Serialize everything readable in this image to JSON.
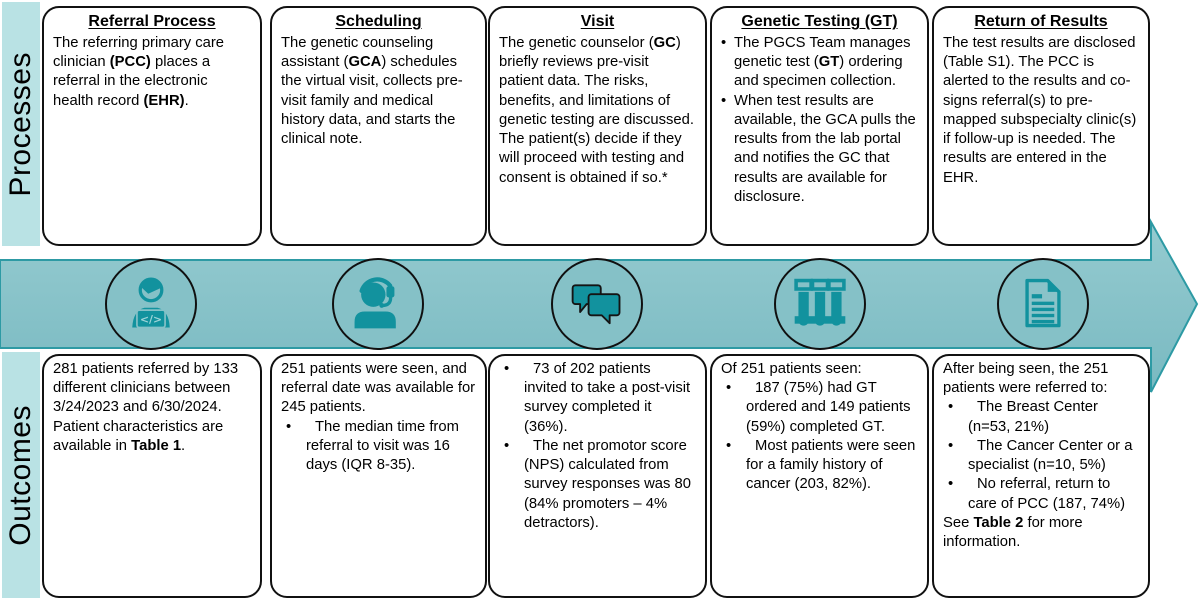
{
  "sidebar": {
    "processes_label": "Processes",
    "outcomes_label": "Outcomes"
  },
  "colors": {
    "accent_teal": "#12929e",
    "arrow_band": "#85c1c7",
    "arrow_border": "#2d9aa4",
    "pale_label_bar": "#b9e2e4",
    "box_border": "#111111"
  },
  "icons": [
    {
      "name": "clinician-laptop-icon",
      "meaning": "referral entry on computer"
    },
    {
      "name": "scheduler-headset-icon",
      "meaning": "scheduling call"
    },
    {
      "name": "chat-bubbles-icon",
      "meaning": "counseling visit conversation"
    },
    {
      "name": "test-tubes-icon",
      "meaning": "genetic testing specimens"
    },
    {
      "name": "results-document-icon",
      "meaning": "results report"
    }
  ],
  "process_boxes": [
    {
      "title": "Referral Process",
      "content": [
        {
          "type": "p",
          "s": [
            {
              "t": "The referring primary care clinician "
            },
            {
              "t": "(PCC)",
              "b": true
            },
            {
              "t": " places a referral in the electronic health record "
            },
            {
              "t": "(EHR)",
              "b": true
            },
            {
              "t": "."
            }
          ]
        }
      ]
    },
    {
      "title": "Scheduling",
      "content": [
        {
          "type": "p",
          "s": [
            {
              "t": "The genetic counseling assistant ("
            },
            {
              "t": "GCA",
              "b": true
            },
            {
              "t": ") schedules the virtual visit, collects pre-visit family and medical history data, and starts the clinical note."
            }
          ]
        }
      ]
    },
    {
      "title": "Visit",
      "content": [
        {
          "type": "p",
          "s": [
            {
              "t": "The genetic counselor ("
            },
            {
              "t": "GC",
              "b": true
            },
            {
              "t": ") briefly reviews pre-visit patient data. The risks, benefits, and limitations of genetic testing are discussed. The patient(s) decide if they will proceed with testing and consent is obtained if so.*"
            }
          ]
        }
      ]
    },
    {
      "title": "Genetic Testing (GT)",
      "content": [
        {
          "type": "li",
          "s": [
            {
              "t": "The PGCS Team manages genetic test ("
            },
            {
              "t": "GT",
              "b": true
            },
            {
              "t": ") ordering and specimen collection."
            }
          ]
        },
        {
          "type": "li",
          "s": [
            {
              "t": "When test results are available, the GCA pulls the results from the lab portal and notifies the GC that results are available for disclosure."
            }
          ]
        }
      ]
    },
    {
      "title": "Return of Results",
      "content": [
        {
          "type": "p",
          "s": [
            {
              "t": "The test results are disclosed (Table S1). The PCC is alerted to the results and co-signs referral(s) to pre-mapped subspecialty clinic(s) if follow-up is needed. The results are entered in the EHR."
            }
          ]
        }
      ]
    }
  ],
  "outcome_boxes": [
    {
      "content": [
        {
          "type": "p",
          "s": [
            {
              "t": "281 patients referred by 133 different clinicians between 3/24/2023 and 6/30/2024."
            }
          ]
        },
        {
          "type": "p",
          "s": [
            {
              "t": "Patient characteristics are available in "
            },
            {
              "t": "Table 1",
              "b": true
            },
            {
              "t": "."
            }
          ]
        }
      ]
    },
    {
      "content": [
        {
          "type": "p",
          "s": [
            {
              "t": "251 patients were seen, and referral date was available for 245 patients."
            }
          ]
        },
        {
          "type": "li",
          "s": [
            {
              "t": "The median time from referral to visit was 16 days (IQR 8-35)."
            }
          ]
        }
      ]
    },
    {
      "content": [
        {
          "type": "li",
          "s": [
            {
              "t": "73 of 202 patients invited to take a post-visit survey completed it (36%)."
            }
          ]
        },
        {
          "type": "li",
          "s": [
            {
              "t": "The net promotor score (NPS) calculated from survey responses was 80 (84% promoters – 4% detractors)."
            }
          ]
        }
      ]
    },
    {
      "content": [
        {
          "type": "p",
          "s": [
            {
              "t": "Of 251 patients seen:"
            }
          ]
        },
        {
          "type": "li",
          "s": [
            {
              "t": "187 (75%) had GT ordered and 149 patients (59%) completed GT."
            }
          ]
        },
        {
          "type": "li",
          "s": [
            {
              "t": "Most patients were seen for a family history of cancer (203, 82%)."
            }
          ]
        }
      ]
    },
    {
      "content": [
        {
          "type": "p",
          "s": [
            {
              "t": "After being seen, the 251 patients were referred to:"
            }
          ]
        },
        {
          "type": "li",
          "s": [
            {
              "t": "The Breast Center (n=53, 21%)"
            }
          ]
        },
        {
          "type": "li",
          "s": [
            {
              "t": "The Cancer Center or a specialist (n=10, 5%)"
            }
          ]
        },
        {
          "type": "li",
          "s": [
            {
              "t": "No referral, return to care of PCC (187, 74%)"
            }
          ]
        },
        {
          "type": "p",
          "s": [
            {
              "t": "See "
            },
            {
              "t": "Table 2",
              "b": true
            },
            {
              "t": " for more information."
            }
          ]
        }
      ]
    }
  ]
}
